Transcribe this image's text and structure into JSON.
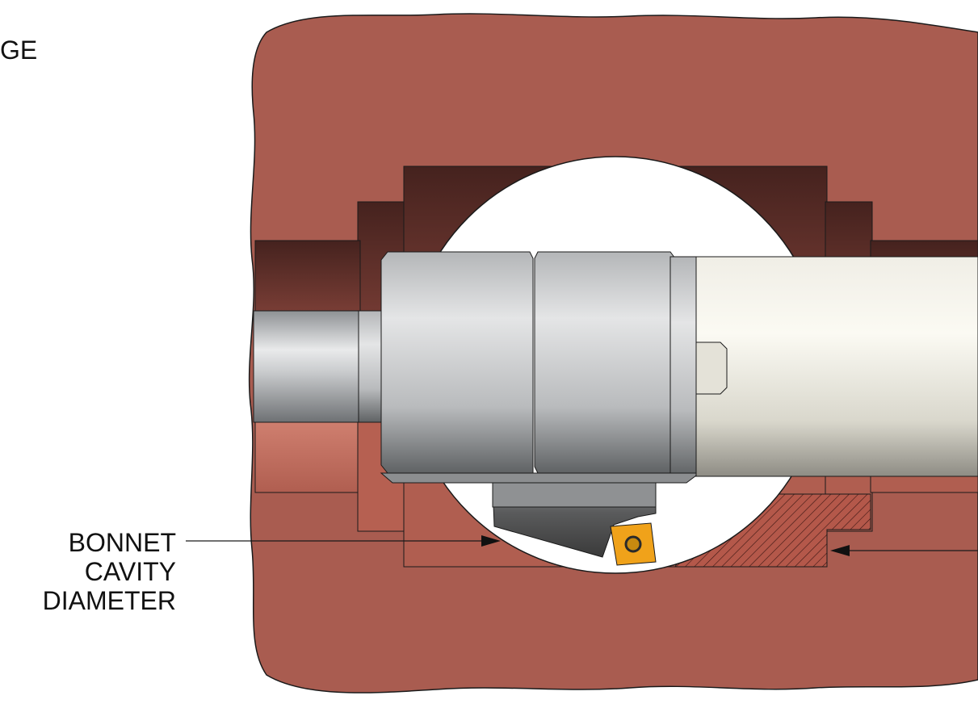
{
  "labels": {
    "top_fragment": "GE",
    "bonnet_line1": "BONNET",
    "bonnet_line2": "CAVITY",
    "bonnet_line3": "DIAMETER"
  },
  "colors": {
    "housing": "#a95c50",
    "housing_dark": "#4a2521",
    "housing_mid": "#8a4a40",
    "cavity": "#ffffff",
    "bar_steel": "#b0b2b4",
    "bar_steel_light": "#e6e7e8",
    "boring_bar": "#ece9e0",
    "holder": "#4a4a4a",
    "insert": "#f0a21a",
    "outline": "#1a1a1a"
  },
  "icons": {
    "arrow": "arrow-head"
  }
}
